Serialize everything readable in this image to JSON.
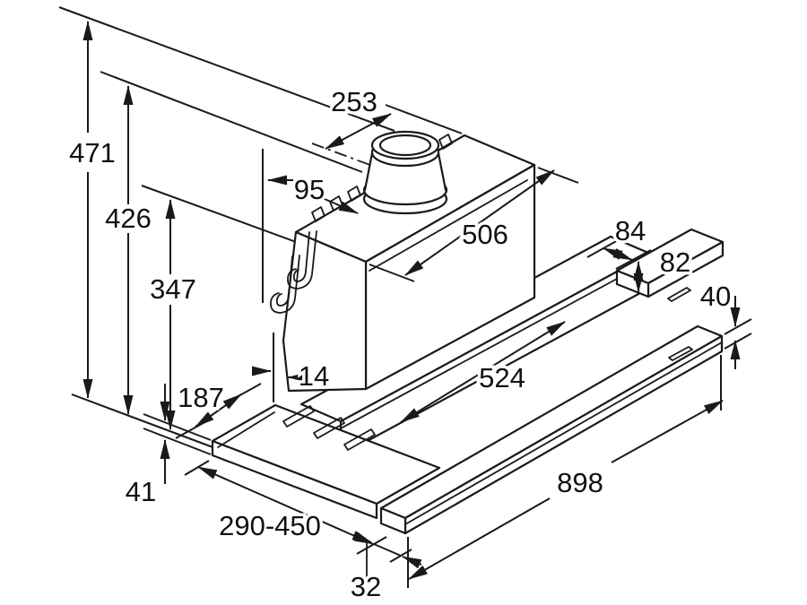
{
  "diagram": {
    "title": "Telescopic cooker hood - installation dimension drawing",
    "units": "mm",
    "background_color": "#ffffff",
    "line_color": "#1a1a1a",
    "label_color": "#111111",
    "dimensions": {
      "d471": {
        "name": "overall height to ceiling line",
        "value": "471"
      },
      "d426": {
        "name": "height to duct spigot base",
        "value": "426"
      },
      "d347": {
        "name": "canopy height",
        "value": "347"
      },
      "d253": {
        "name": "duct spigot centre offset",
        "value": "253"
      },
      "d95": {
        "name": "wall to duct spigot",
        "value": "95"
      },
      "d506": {
        "name": "canopy width",
        "value": "506"
      },
      "d84": {
        "name": "mounting bracket depth",
        "value": "84"
      },
      "d82": {
        "name": "body section height",
        "value": "82"
      },
      "d40": {
        "name": "bottom frame height",
        "value": "40"
      },
      "d14": {
        "name": "wall clearance",
        "value": "14"
      },
      "d187": {
        "name": "front section depth",
        "value": "187"
      },
      "d41": {
        "name": "visor thickness",
        "value": "41"
      },
      "d290_450": {
        "name": "telescopic pull-out range",
        "value": "290-450"
      },
      "d32": {
        "name": "front frame offset",
        "value": "32"
      },
      "d524": {
        "name": "inner body width",
        "value": "524"
      },
      "d898": {
        "name": "overall width",
        "value": "898"
      }
    }
  }
}
